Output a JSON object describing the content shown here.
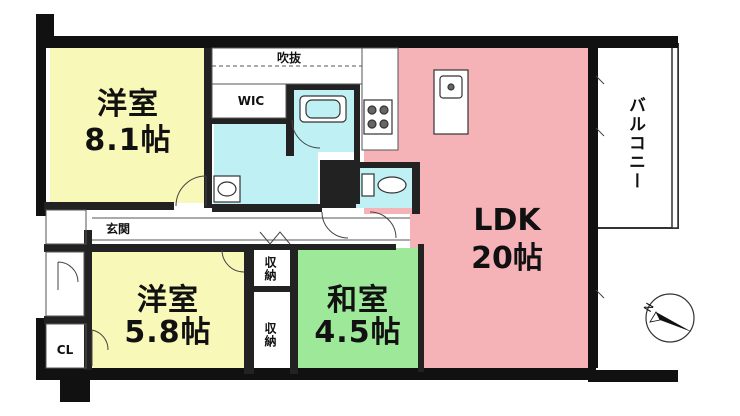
{
  "floor_plan": {
    "rooms": {
      "western_room_1": {
        "name": "洋室",
        "size": "8.1帖",
        "fill": "#f8f8b8"
      },
      "western_room_2": {
        "name": "洋室",
        "size": "5.8帖",
        "fill": "#f8f8b8"
      },
      "japanese_room": {
        "name": "和室",
        "size": "4.5帖",
        "fill": "#9ee89a"
      },
      "ldk": {
        "name": "LDK",
        "size": "20帖",
        "fill": "#f5b3b8"
      },
      "wet_area_fill": "#bff0f4"
    },
    "labels": {
      "wic": "WIC",
      "fukinuke": "吹抜",
      "genkan": "玄関",
      "storage_1": "収納",
      "storage_2": "収納",
      "closet": "CL",
      "balcony": "バルコニー",
      "compass_north": "N"
    }
  }
}
